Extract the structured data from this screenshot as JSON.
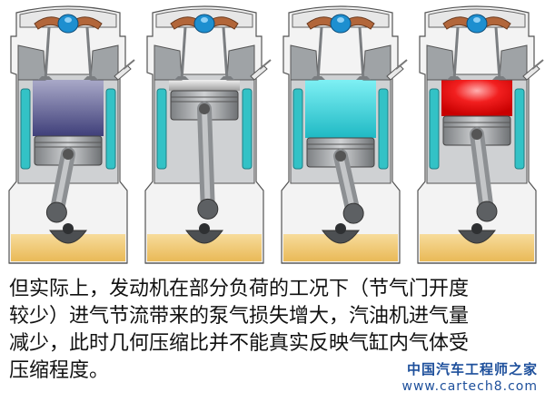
{
  "caption": {
    "line1": "但实际上，发动机在部分负荷的工况下（节气门开度",
    "line2": "较少）进气节流带来的泵气损失增大，汽油机进气量",
    "line3": "减少，此时几何压缩比并不能真实反映气缸内气体受",
    "line4": "压缩程度。"
  },
  "watermark": {
    "site_name": "中国汽车工程师之家",
    "url": "www.cartech8.com"
  },
  "colors": {
    "coolant": "#33c2c6",
    "oil": "#f2c96f",
    "metal": "#a9acae",
    "block_fill": "#f3f3f3",
    "valve_rocker": "#b2663a",
    "cam": "#1d8fd0",
    "stroke1_charge": "#6e6fa5",
    "stroke2_charge": "#bfbfbf",
    "stroke3_charge": "#43d7df",
    "stroke4_charge": "#ee2a2a"
  }
}
